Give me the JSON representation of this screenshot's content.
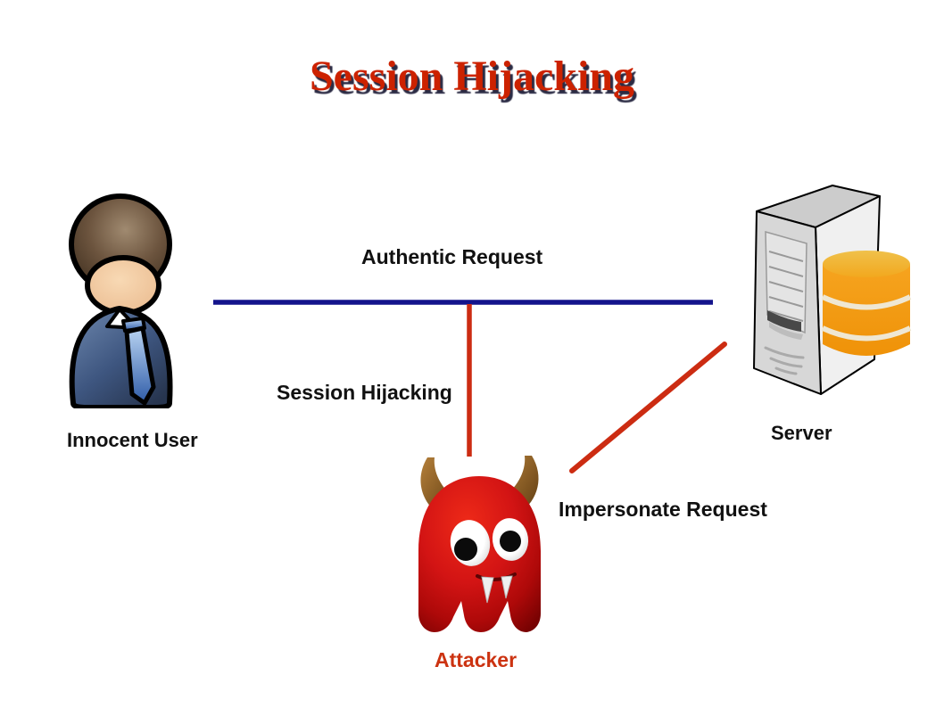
{
  "page": {
    "background": "#ffffff"
  },
  "title": {
    "text": "Session Hijacking",
    "color": "#cc2200"
  },
  "actors": {
    "innocent_user": {
      "label": "Innocent User",
      "icon": "businessman-icon"
    },
    "server": {
      "label": "Server",
      "icon": "server-tower-database-icon"
    },
    "attacker": {
      "label": "Attacker",
      "icon": "devil-ghost-icon",
      "label_color": "#cc3311"
    }
  },
  "connections": {
    "authentic_request": {
      "label": "Authentic Request",
      "color": "#14148c",
      "style": "horizontal-line"
    },
    "session_hijacking": {
      "label": "Session Hijacking",
      "color": "#cc2c12",
      "style": "vertical-line"
    },
    "impersonate_request": {
      "label": "Impersonate Request",
      "color": "#cc2c12",
      "style": "diagonal-line"
    }
  }
}
